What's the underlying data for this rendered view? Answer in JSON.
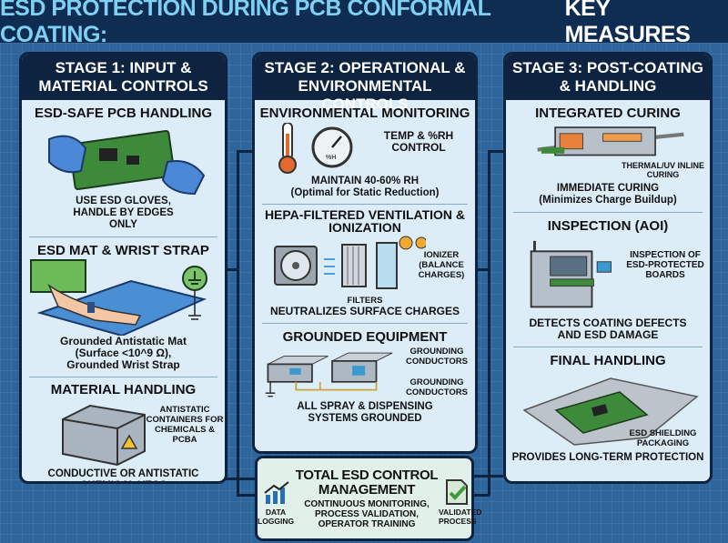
{
  "title": {
    "main": "ESD PROTECTION DURING PCB CONFORMAL COATING:",
    "accent": "KEY MEASURES"
  },
  "stage1": {
    "header": "STAGE 1: INPUT & MATERIAL CONTROLS",
    "sections": [
      {
        "title": "ESD-SAFE PCB HANDLING",
        "text": "USE ESD GLOVES, HANDLE BY EDGES ONLY"
      },
      {
        "title": "ESD MAT & WRIST STRAP",
        "text": "Grounded Antistatic Mat (Surface <10^9 Ω), Grounded Wrist Strap"
      },
      {
        "title": "MATERIAL HANDLING",
        "callout": "ANTISTATIC CONTAINERS FOR CHEMICALS & PCBA",
        "text": "CONDUCTIVE OR ANTISTATIC CHEMICAL VECS"
      }
    ]
  },
  "stage2": {
    "header": "STAGE 2: OPERATIONAL & ENVIRONMENTAL CONTROLS",
    "sections": [
      {
        "title": "ENVIRONMENTAL MONITORING",
        "callout": "TEMP & %RH CONTROL",
        "gauge_label": "%H",
        "text": "MAINTAIN 40-60% RH",
        "subtext": "(Optimal for Static Reduction)"
      },
      {
        "title": "HEPA-FILTERED VENTILATION & IONIZATION",
        "callout": "IONIZER (BALANCE CHARGES)",
        "label": "FILTERS",
        "text": "NEUTRALIZES SURFACE CHARGES"
      },
      {
        "title": "GROUNDED EQUIPMENT",
        "callout1": "GROUNDING CONDUCTORS",
        "callout2": "GROUNDING CONDUCTORS",
        "text": "ALL SPRAY & DISPENSING SYSTEMS GROUNDED"
      }
    ]
  },
  "stage3": {
    "header": "STAGE 3: POST-COATING & HANDLING",
    "sections": [
      {
        "title": "INTEGRATED CURING",
        "callout": "THERMAL/UV INLINE CURING",
        "text": "IMMEDIATE CURING",
        "subtext": "(Minimizes Charge Buildup)"
      },
      {
        "title": "INSPECTION (AOI)",
        "callout": "INSPECTION OF ESD-PROTECTED BOARDS",
        "text": "DETECTS COATING DEFECTS AND ESD DAMAGE"
      },
      {
        "title": "FINAL HANDLING",
        "callout": "ESD SHIELDING PACKAGING",
        "text": "PROVIDES LONG-TERM PROTECTION"
      }
    ]
  },
  "summary": {
    "title": "TOTAL ESD CONTROL MANAGEMENT",
    "text": "CONTINUOUS MONITORING, PROCESS VALIDATION, OPERATOR TRAINING",
    "left_label": "DATA LOGGING",
    "right_label": "VALIDATED PROCESS"
  },
  "colors": {
    "navy": "#0e2340",
    "panel": "#dcedf7",
    "background": "#2d659c",
    "title_accent": "#7fd0f2",
    "summary_bg": "#e2f0ea"
  }
}
